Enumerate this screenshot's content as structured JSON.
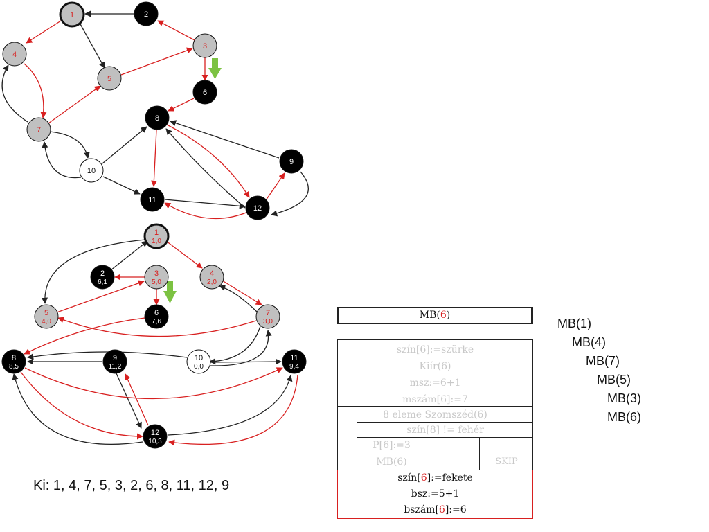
{
  "graph_top": {
    "nodes": [
      {
        "id": "1",
        "color": "gray",
        "label": "1",
        "label_red": true,
        "start": true
      },
      {
        "id": "2",
        "color": "black",
        "label": "2",
        "label_red": false
      },
      {
        "id": "3",
        "color": "gray",
        "label": "3",
        "label_red": true
      },
      {
        "id": "4",
        "color": "gray",
        "label": "4",
        "label_red": true
      },
      {
        "id": "5",
        "color": "gray",
        "label": "5",
        "label_red": true
      },
      {
        "id": "6",
        "color": "black",
        "label": "6",
        "label_red": false
      },
      {
        "id": "7",
        "color": "gray",
        "label": "7",
        "label_red": true
      },
      {
        "id": "8",
        "color": "black",
        "label": "8",
        "label_red": false
      },
      {
        "id": "9",
        "color": "black",
        "label": "9",
        "label_red": false
      },
      {
        "id": "10",
        "color": "white",
        "label": "10",
        "label_red": false
      },
      {
        "id": "11",
        "color": "black",
        "label": "11",
        "label_red": false
      },
      {
        "id": "12",
        "color": "black",
        "label": "12",
        "label_red": false
      }
    ]
  },
  "graph_bottom": {
    "nodes": [
      {
        "id": "1",
        "color": "gray",
        "label": "1",
        "sub": "1,0",
        "label_red": true,
        "start": true
      },
      {
        "id": "2",
        "color": "black",
        "label": "2",
        "sub": "6,1",
        "label_red": false
      },
      {
        "id": "3",
        "color": "gray",
        "label": "3",
        "sub": "5,0",
        "label_red": true
      },
      {
        "id": "4",
        "color": "gray",
        "label": "4",
        "sub": "2,0",
        "label_red": true
      },
      {
        "id": "5",
        "color": "gray",
        "label": "5",
        "sub": "4,0",
        "label_red": true
      },
      {
        "id": "6",
        "color": "black",
        "label": "6",
        "sub": "7,6",
        "label_red": false
      },
      {
        "id": "7",
        "color": "gray",
        "label": "7",
        "sub": "3,0",
        "label_red": true
      },
      {
        "id": "8",
        "color": "black",
        "label": "8",
        "sub": "8,5",
        "label_red": false
      },
      {
        "id": "9",
        "color": "black",
        "label": "9",
        "sub": "11,2",
        "label_red": false
      },
      {
        "id": "10",
        "color": "white",
        "label": "10",
        "sub": "0,0",
        "label_red": false
      },
      {
        "id": "11",
        "color": "black",
        "label": "11",
        "sub": "9,4",
        "label_red": false
      },
      {
        "id": "12",
        "color": "black",
        "label": "12",
        "sub": "10,3",
        "label_red": false
      }
    ]
  },
  "structogram": {
    "title_prefix": "MB(",
    "title_arg": "6",
    "title_suffix": ")",
    "lines": [
      "szín[6]:=szürke",
      "Kiír(6)",
      "msz:=6+1",
      "mszám[6]:=7"
    ],
    "loop": "8 eleme Szomszéd(6)",
    "condition": "szín[8] != fehér",
    "branch_yes": [
      "P[6]:=3",
      "MB(6)"
    ],
    "branch_no": "SKIP",
    "final_1_prefix": "szín[",
    "final_1_arg": "6",
    "final_1_suffix": "]:=fekete",
    "final_2": "bsz:=5+1",
    "final_3_prefix": "bszám[",
    "final_3_arg": "6",
    "final_3_suffix": "]:=6"
  },
  "call_stack": [
    "MB(1)",
    "MB(4)",
    "MB(7)",
    "MB(5)",
    "MB(3)",
    "MB(6)"
  ],
  "output": "Ki: 1, 4, 7, 5, 3, 2, 6, 8, 11, 12, 9",
  "colors": {
    "gray": "#c0c0c0",
    "black": "#000000",
    "white": "#ffffff",
    "red": "#d82020",
    "green": "#7cc242",
    "edge_black": "#222222"
  }
}
